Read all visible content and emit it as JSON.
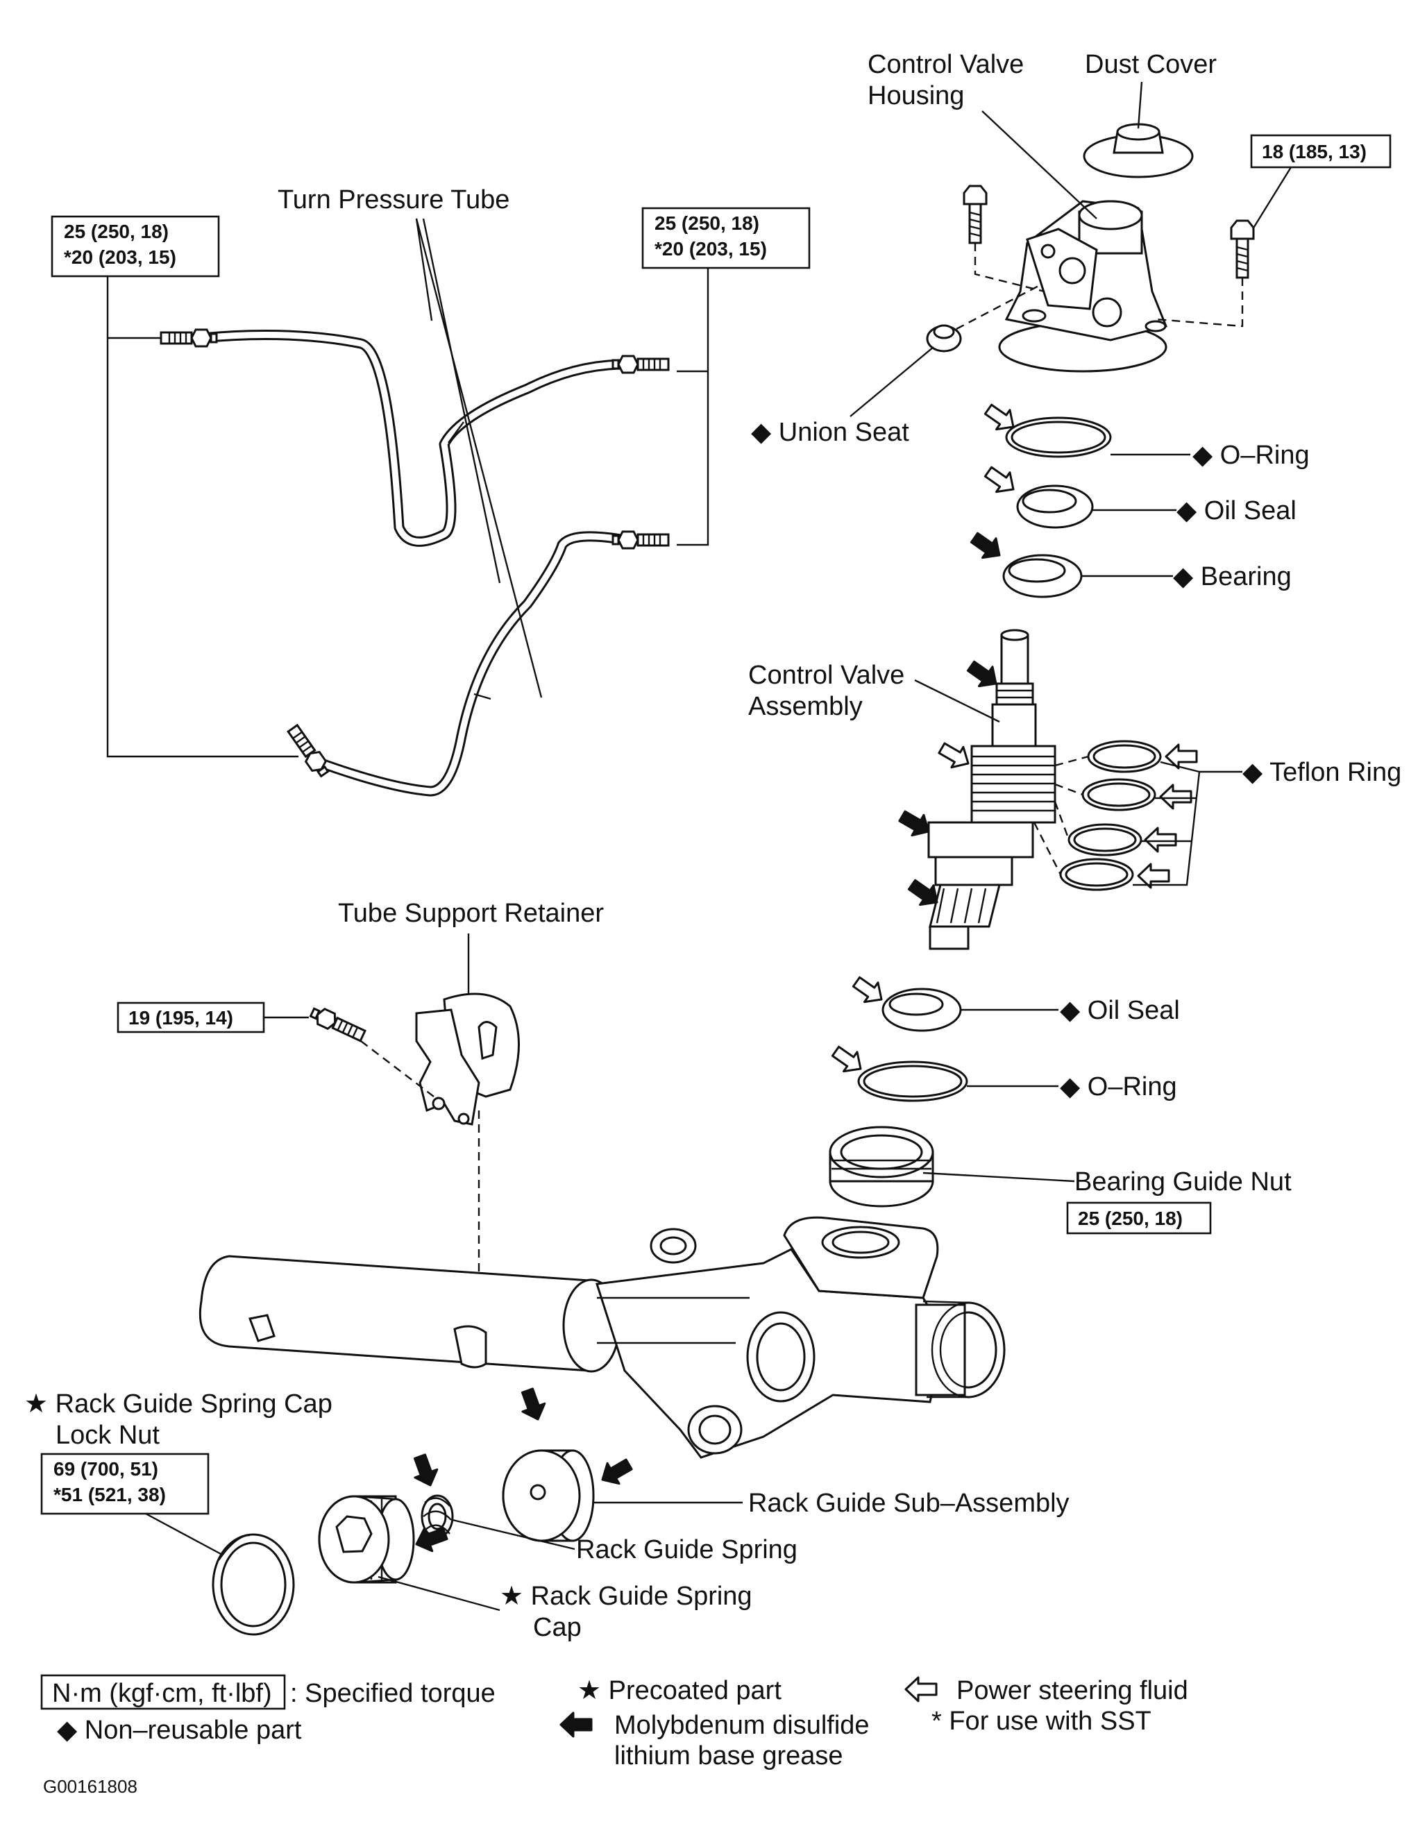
{
  "labels": {
    "control_valve_housing_1": "Control Valve",
    "control_valve_housing_2": "Housing",
    "dust_cover": "Dust Cover",
    "turn_pressure_tube": "Turn Pressure Tube",
    "union_seat": "◆ Union Seat",
    "o_ring_upper": "◆ O–Ring",
    "oil_seal_upper": "◆ Oil Seal",
    "bearing": "◆ Bearing",
    "control_valve_assembly_1": "Control Valve",
    "control_valve_assembly_2": "Assembly",
    "teflon_ring": "◆ Teflon Ring",
    "tube_support_retainer": "Tube Support Retainer",
    "oil_seal_lower": "◆ Oil Seal",
    "o_ring_lower": "◆ O–Ring",
    "bearing_guide_nut": "Bearing Guide Nut",
    "rack_guide_spring_cap_lock_nut_1": "★ Rack Guide Spring Cap",
    "rack_guide_spring_cap_lock_nut_2": "Lock Nut",
    "rack_guide_sub_assembly": "Rack Guide Sub–Assembly",
    "rack_guide_spring": "Rack Guide Spring",
    "rack_guide_spring_cap_1": "★ Rack Guide Spring",
    "rack_guide_spring_cap_2": "Cap"
  },
  "torques": {
    "left_tube_1": "25 (250, 18)",
    "left_tube_2": "*20 (203, 15)",
    "right_tube_1": "25 (250, 18)",
    "right_tube_2": "*20 (203, 15)",
    "housing_bolt": "18 (185, 13)",
    "retainer_bolt": "19 (195, 14)",
    "bearing_guide_nut": "25 (250, 18)",
    "lock_nut_1": "69 (700, 51)",
    "lock_nut_2": "*51 (521, 38)"
  },
  "legend": {
    "torque_unit": "N·m (kgf·cm, ft·lbf)",
    "torque_desc": ": Specified torque",
    "non_reusable": "◆ Non–reusable part",
    "precoated": "★ Precoated part",
    "grease_1": "Molybdenum disulfide",
    "grease_2": "lithium base grease",
    "fluid": "Power steering fluid",
    "sst": "* For use with SST"
  },
  "figure_id": "G00161808",
  "colors": {
    "ink": "#111111",
    "paper": "#ffffff"
  },
  "icons": {
    "hollow_arrow": "power-steering-fluid-arrow-icon",
    "solid_arrow": "grease-arrow-icon"
  }
}
